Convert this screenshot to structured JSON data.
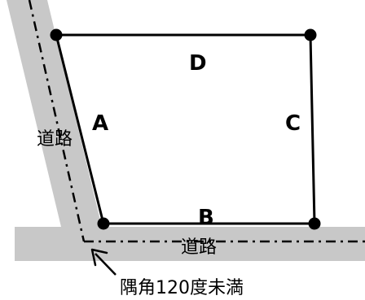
{
  "diagram": {
    "side_labels": {
      "a": "A",
      "b": "B",
      "c": "C",
      "d": "D"
    },
    "road_labels": {
      "vertical": "道路",
      "horizontal": "道路"
    },
    "corner_caption": "隅角120度未満",
    "colors": {
      "road_fill": "#c8c8c8",
      "outline": "#000000",
      "vertex": "#000000",
      "background": "#ffffff"
    }
  }
}
